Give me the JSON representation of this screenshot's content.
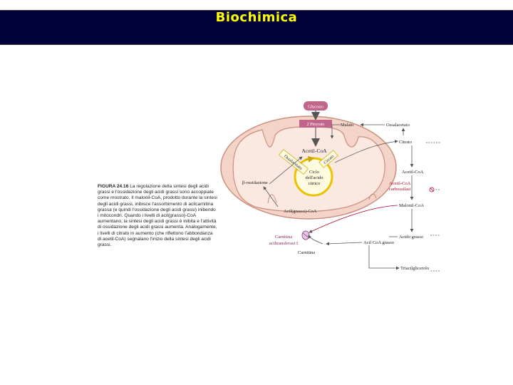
{
  "header": {
    "title": "Biochimica"
  },
  "figure": {
    "caption_label": "FIGURA 24.16",
    "caption_text": "La regolazione della sintesi degli acidi grassi e l'ossidazione degli acidi grassi sono accoppiate come mostrato. Il malonil-CoA, prodotto durante la sintesi degli acidi grassi, inibisce l'assorbimento di acilcarnitina grassa (e quindi l'ossidazione degli acidi grassi) inibendo i mitocondri. Quando i livelli di acil(grasso)-CoA aumentano, la sintesi degli acidi grassi è inibita e l'attività di ossidazione degli acidi grassi aumenta. Analogamente, i livelli di citrato in aumento (che riflettono l'abbondanza di acetil-CoA) segnalano l'inizio della sintesi degli acidi grassi.",
    "labels": {
      "glucosio": "Glucosio",
      "piruvato": "2 Piruvato",
      "acetil_coa_mito": "Acetil-CoA",
      "ossalacetato_mito": "Ossalacetato",
      "citrato_mito": "Citrato",
      "ciclo": [
        "Ciclo",
        "dell'acido",
        "citrico"
      ],
      "beta_ossidazione": "β-ossidazione",
      "acil_coa_mito": "Acil(grasso)-CoA",
      "malato": "Malato",
      "ossalacetato_cyto": "Ossalacetato",
      "citrato_cyto": "Citrato",
      "acetil_coa_cyto": "Acetil-CoA",
      "carbossilasi": [
        "Acetil-CoA",
        "carbossilasi"
      ],
      "malonil_coa": "Malonil-CoA",
      "carnitina_enzyme": [
        "Carnitina",
        "aciltransferasi I"
      ],
      "carnitina": "Carnitina",
      "acido_grasso": "Acido grasso",
      "acil_coa_grasso": "Acil CoA grasso",
      "triacilglicerolo": "Triacilglicerolo"
    }
  }
}
